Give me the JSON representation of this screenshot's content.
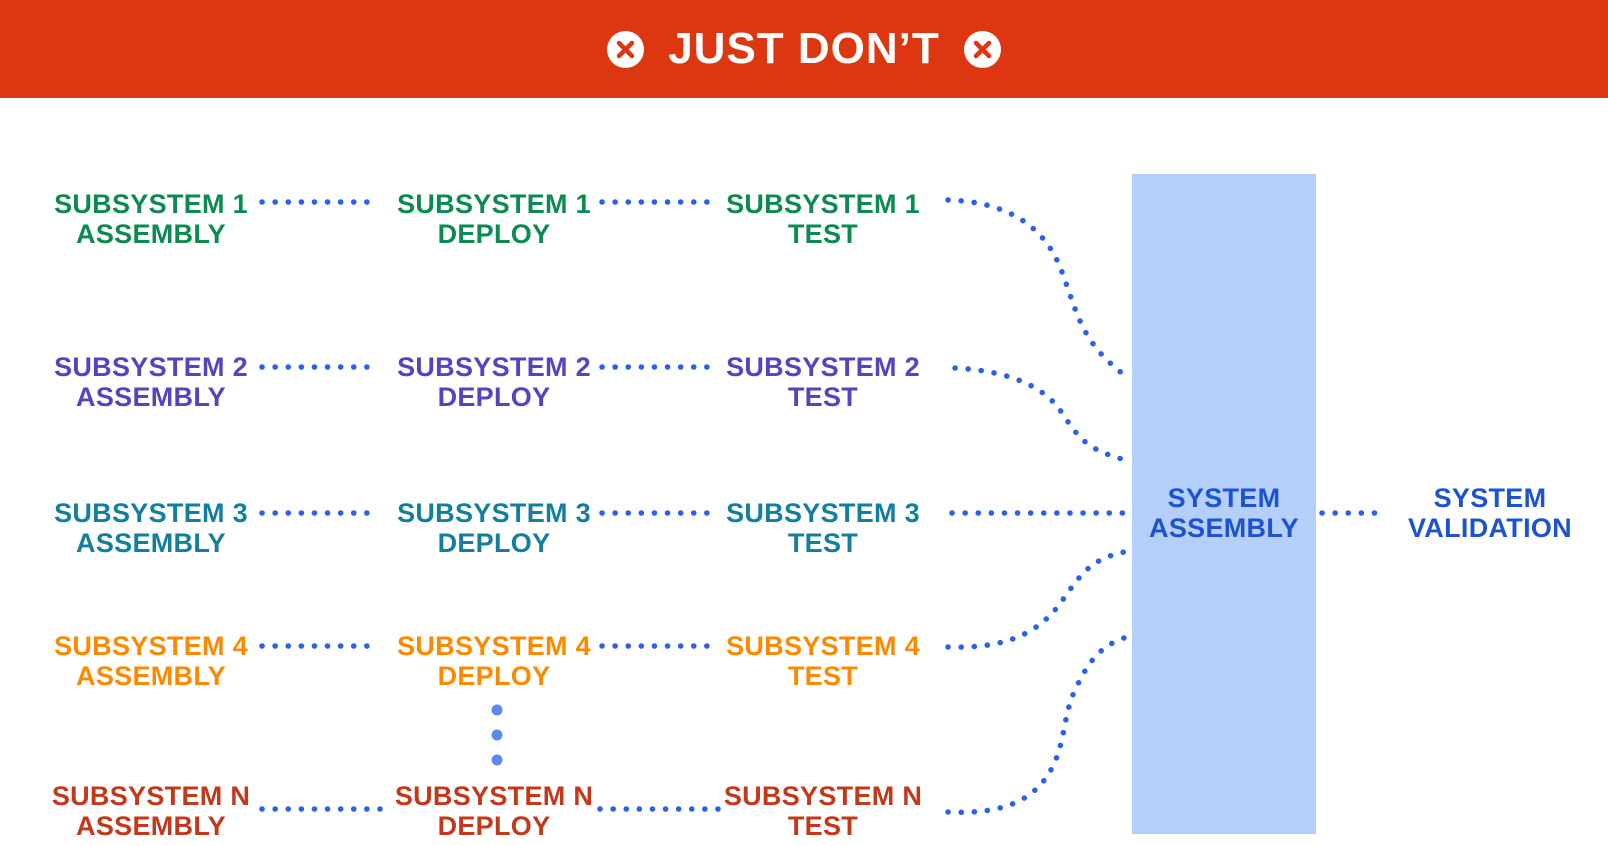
{
  "banner": {
    "title": "JUST DON’T",
    "bg": "#DD3711",
    "icon": "circle-x"
  },
  "stages": [
    "ASSEMBLY",
    "DEPLOY",
    "TEST"
  ],
  "rows": [
    {
      "label": "SUBSYSTEM 1",
      "color": "#0C8A4F",
      "cells": [
        {
          "line1": "SUBSYSTEM 1",
          "line2": "ASSEMBLY"
        },
        {
          "line1": "SUBSYSTEM 1",
          "line2": "DEPLOY"
        },
        {
          "line1": "SUBSYSTEM 1",
          "line2": "TEST"
        }
      ]
    },
    {
      "label": "SUBSYSTEM 2",
      "color": "#5843BE",
      "cells": [
        {
          "line1": "SUBSYSTEM 2",
          "line2": "ASSEMBLY"
        },
        {
          "line1": "SUBSYSTEM 2",
          "line2": "DEPLOY"
        },
        {
          "line1": "SUBSYSTEM 2",
          "line2": "TEST"
        }
      ]
    },
    {
      "label": "SUBSYSTEM 3",
      "color": "#137F9C",
      "cells": [
        {
          "line1": "SUBSYSTEM 3",
          "line2": "ASSEMBLY"
        },
        {
          "line1": "SUBSYSTEM 3",
          "line2": "DEPLOY"
        },
        {
          "line1": "SUBSYSTEM 3",
          "line2": "TEST"
        }
      ]
    },
    {
      "label": "SUBSYSTEM 4",
      "color": "#FB8A00",
      "cells": [
        {
          "line1": "SUBSYSTEM 4",
          "line2": "ASSEMBLY"
        },
        {
          "line1": "SUBSYSTEM 4",
          "line2": "DEPLOY"
        },
        {
          "line1": "SUBSYSTEM 4",
          "line2": "TEST"
        }
      ]
    },
    {
      "label": "SUBSYSTEM N",
      "color": "#C2381A",
      "cells": [
        {
          "line1": "SUBSYSTEM N",
          "line2": "ASSEMBLY"
        },
        {
          "line1": "SUBSYSTEM N",
          "line2": "DEPLOY"
        },
        {
          "line1": "SUBSYSTEM N",
          "line2": "TEST"
        }
      ]
    }
  ],
  "system_assembly": {
    "line1": "SYSTEM",
    "line2": "ASSEMBLY",
    "bg": "#B3CFFA",
    "text_color": "#1C53CF"
  },
  "system_validation": {
    "line1": "SYSTEM",
    "line2": "VALIDATION",
    "text_color": "#1C53CF"
  },
  "colors": {
    "connector": "#2961E8",
    "ellipsis": "#5C8AEF"
  }
}
